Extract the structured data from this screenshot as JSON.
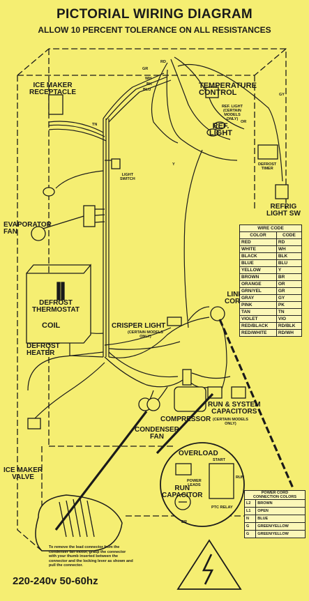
{
  "title": "PICTORIAL WIRING DIAGRAM",
  "subtitle": "ALLOW 10 PERCENT TOLERANCE ON ALL RESISTANCES",
  "components": {
    "ice_maker_receptacle": "ICE MAKER\nRECEPTACLE",
    "temperature_control": "TEMPERATURE\nCONTROL",
    "ref_light_note": "REF. LIGHT\n(CERTAIN\nMODELS\nONLY)",
    "ref_light": "REF.\nLIGHT",
    "defrost_timer": "DEFROST\nTIMER",
    "light_switch": "LIGHT\nSWITCH",
    "refrig_light_sw": "REFRIG\nLIGHT SW",
    "evaporator_fan": "EVAPORATOR\nFAN",
    "defrost_thermostat": "DEFROST\nTHERMOSTAT",
    "coil": "COIL",
    "defrost_heater": "DEFROST\nHEATER",
    "crisper_light": "CRISPER LIGHT",
    "crisper_light_note": "(CERTAIN MODELS\nONLY)",
    "line_cord": "LINE\nCORD",
    "run_system_capacitors": "RUN & SYSTEM\nCAPACITORS",
    "capacitors_note": "(CERTAIN MODELS\nONLY)",
    "compressor": "COMPRESSOR",
    "condenser_fan": "CONDENSER\nFAN",
    "ice_maker_valve": "ICE MAKER\nVALVE",
    "overload": "OVERLOAD",
    "start": "START",
    "run_capacitor": "RUN\nCAPACITOR",
    "power_leads": "POWER\nLEADS",
    "ptc_relay": "PTC RELAY",
    "run": "RUN"
  },
  "wire_tags": {
    "gr": "GR",
    "rd": "RD",
    "wh": "WH",
    "bk": "BK",
    "blu": "BLU",
    "gy": "GY",
    "or": "OR",
    "tn": "TN",
    "y": "Y",
    "br": "BR"
  },
  "wire_code": {
    "title": "WIRE CODE",
    "headers": [
      "COLOR",
      "CODE"
    ],
    "rows": [
      [
        "RED",
        "RD"
      ],
      [
        "WHITE",
        "WH"
      ],
      [
        "BLACK",
        "BLK"
      ],
      [
        "BLUE",
        "BLU"
      ],
      [
        "YELLOW",
        "Y"
      ],
      [
        "BROWN",
        "BR"
      ],
      [
        "ORANGE",
        "OR"
      ],
      [
        "GRN/YEL",
        "GR"
      ],
      [
        "GRAY",
        "GY"
      ],
      [
        "PINK",
        "PK"
      ],
      [
        "TAN",
        "TN"
      ],
      [
        "VIOLET",
        "VIO"
      ],
      [
        "RED/BLACK",
        "RD/BLK"
      ],
      [
        "RED/WHITE",
        "RD/WH"
      ]
    ]
  },
  "power_cord": {
    "title": "POWER CORD\nCONNECTION COLORS",
    "rows": [
      [
        "L2",
        "BROWN"
      ],
      [
        "L1",
        "OPEN"
      ],
      [
        "N",
        "BLUE"
      ],
      [
        "G",
        "GREEN/YELLOW"
      ],
      [
        "G",
        "GREEN/YELLOW"
      ]
    ]
  },
  "note": "To remove the lead connector from the condenser fan motor, grasp the connector with your thumb inserted between the connector and the locking lever as shown and pull the connector.",
  "voltage": "220-240v  50-60hz",
  "colors": {
    "background": "#f5ee72",
    "ink": "#1a1a1a"
  }
}
